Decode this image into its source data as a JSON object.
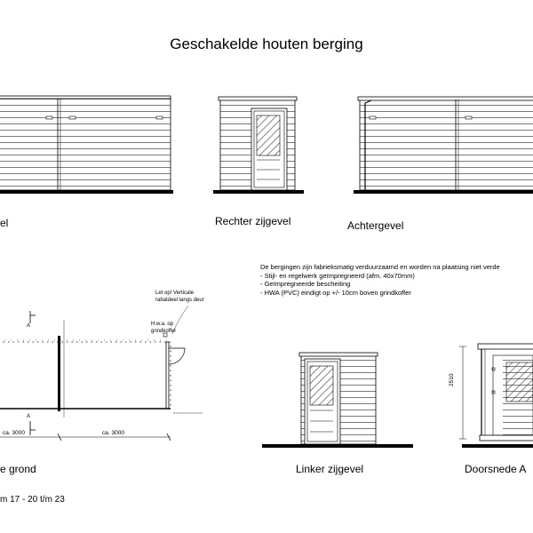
{
  "title": "Geschakelde houten berging",
  "views": {
    "front_label": "el",
    "right_label": "Rechter zijgevel",
    "rear_label": "Achtergevel",
    "plan_label": "e grond",
    "left_label": "Linker zijgevel",
    "section_label": "Doorsnede A"
  },
  "plan": {
    "note": [
      "Let op! Verticale",
      "rabatdeel langs deur"
    ],
    "hwa": [
      "H.w.a. op",
      "grindkoffer"
    ],
    "dim_left": "ca. 3000",
    "dim_right": "ca. 3000",
    "section_marker": "A"
  },
  "notes": [
    "De bergingen zijn fabrieksmatig verduurzaamd en worden na plaatsing niet verde",
    "- Stijl- en regelwerk geïmpregneerd (afm. 40x70mm)",
    "- Geïmpregneerde bescheiting",
    "- HWA (PVC) eindigt op +/- 10cm boven grindkoffer"
  ],
  "section": {
    "height_dim": "2510"
  },
  "footer": "m 17 - 20 t/m 23"
}
